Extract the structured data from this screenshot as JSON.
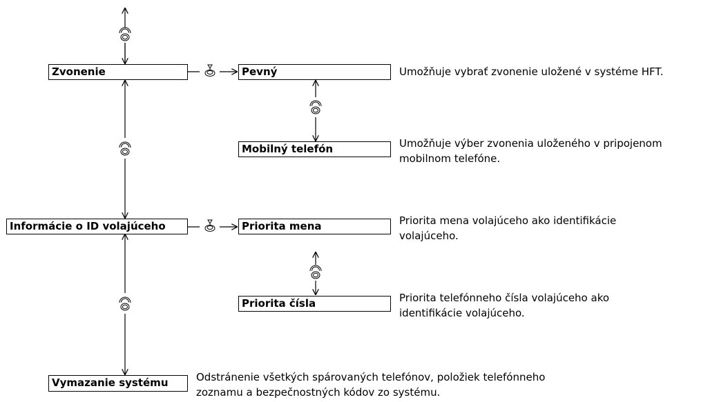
{
  "menu": {
    "ringtone": {
      "label": "Zvonenie"
    },
    "caller_id": {
      "label": "Informácie o ID volajúceho"
    },
    "system_reset": {
      "label": "Vymazanie systému",
      "description": [
        "Odstránenie všetkých spárovaných telefónov, položiek telefónneho",
        "zoznamu a bezpečnostných kódov zo systému."
      ]
    }
  },
  "ringtone_options": {
    "fixed": {
      "label": "Pevný",
      "description": [
        "Umožňuje vybrať zvonenie uložené v systéme HFT."
      ]
    },
    "mobile": {
      "label": "Mobilný telefón",
      "description": [
        "Umožňuje výber zvonenia uloženého v pripojenom",
        "mobilnom telefóne."
      ]
    }
  },
  "caller_id_options": {
    "name_priority": {
      "label": "Priorita mena",
      "description": [
        "Priorita mena volajúceho ako identifikácie",
        "volajúceho."
      ]
    },
    "number_priority": {
      "label": "Priorita čísla",
      "description": [
        "Priorita telefónneho čísla volajúceho ako",
        "identifikácie volajúceho."
      ]
    }
  },
  "icons": {
    "rotate": "rotary-knob-icon",
    "select": "press-select-icon"
  }
}
